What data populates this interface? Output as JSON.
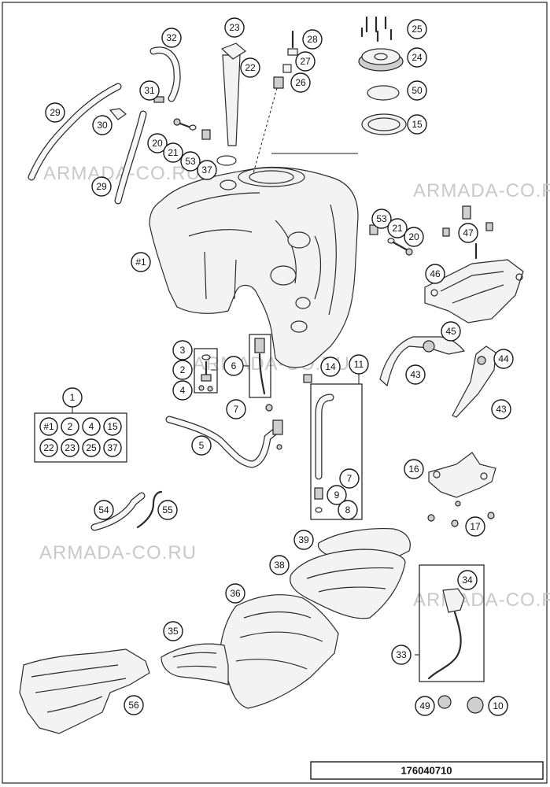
{
  "watermark": "ARMADA-CO.RU",
  "diagram_code": "176040710",
  "callouts": {
    "c32": "32",
    "c23": "23",
    "c28": "28",
    "c25": "25",
    "c22": "22",
    "c27": "27",
    "c24": "24",
    "c31": "31",
    "c26": "26",
    "c50": "50",
    "c29a": "29",
    "c30": "30",
    "c15": "15",
    "c20a": "20",
    "c21a": "21",
    "c53a": "53",
    "c37": "37",
    "c29b": "29",
    "c53b": "53",
    "c21b": "21",
    "c20b": "20",
    "c47": "47",
    "c1hash": "#1",
    "c46": "46",
    "c45": "45",
    "c3": "3",
    "c6": "6",
    "c2": "2",
    "c14": "14",
    "c11": "11",
    "c43a": "43",
    "c44": "44",
    "c4": "4",
    "c1": "1",
    "c7a": "7",
    "c43b": "43",
    "c5": "5",
    "c16": "16",
    "c7b": "7",
    "c9": "9",
    "c17": "17",
    "c54": "54",
    "c55": "55",
    "c8": "8",
    "c39": "39",
    "c38": "38",
    "c34": "34",
    "c36": "36",
    "c35": "35",
    "c33": "33",
    "c49": "49",
    "c10": "10",
    "c56": "56"
  },
  "kit_items": [
    "#1",
    "2",
    "4",
    "15",
    "22",
    "23",
    "25",
    "37"
  ]
}
